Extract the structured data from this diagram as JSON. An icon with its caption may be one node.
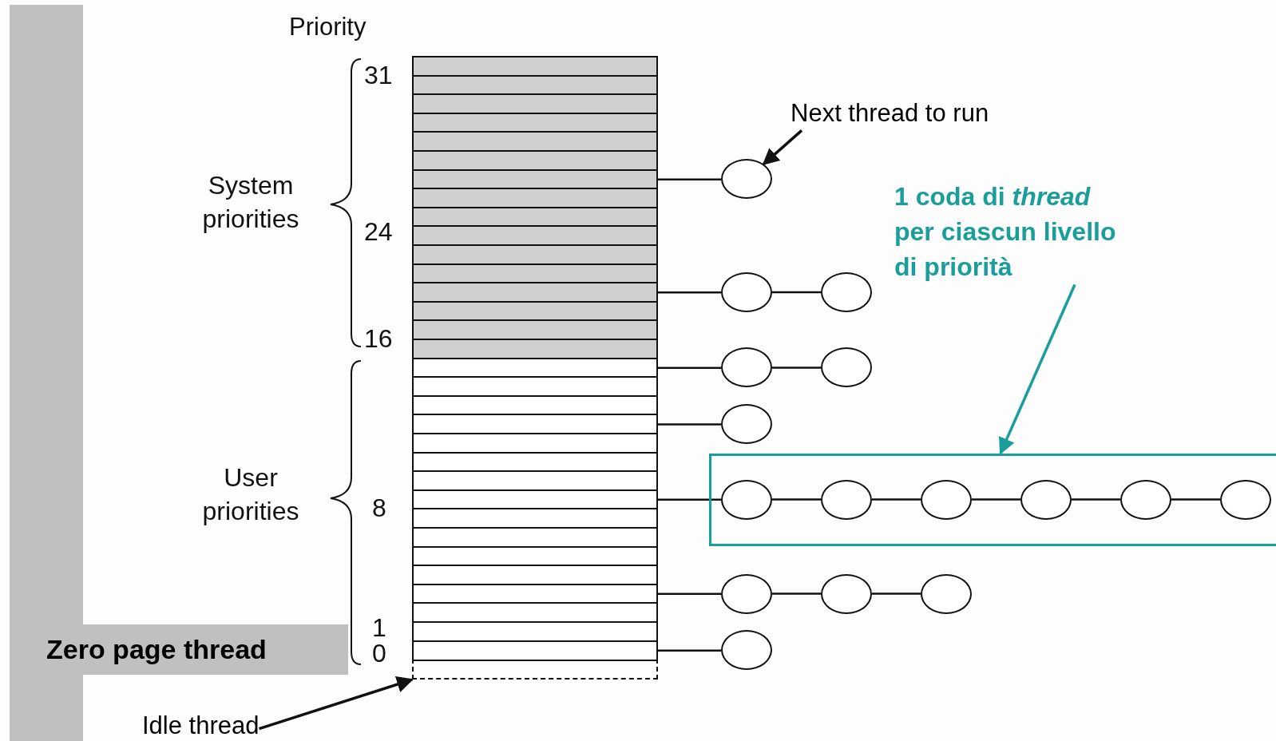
{
  "diagram": {
    "nodes": [
      {
        "text": [],
        "shape": "box"
      },
      {
        "text": [],
        "shape": "box"
      },
      {
        "text": [],
        "shape": "box"
      },
      {
        "text": [],
        "shape": "box"
      },
      {
        "text": [],
        "shape": "box"
      },
      {
        "text": [],
        "shape": "box"
      },
      {
        "text": [],
        "shape": "box"
      },
      {
        "text": [],
        "shape": "box"
      },
      {
        "text": [],
        "shape": "box"
      },
      {
        "text": [],
        "shape": "box"
      },
      {
        "text": [],
        "shape": "box"
      },
      {
        "text": [],
        "shape": "box"
      },
      {
        "text": [],
        "shape": "box"
      },
      {
        "text": [],
        "shape": "box"
      },
      {
        "text": [],
        "shape": "box"
      },
      {
        "text": [],
        "shape": "box"
      },
      {
        "text": [],
        "shape": "box"
      },
      {
        "text": [],
        "shape": "box"
      },
      {
        "text": [],
        "shape": "box"
      },
      {
        "text": [],
        "shape": "box"
      },
      {
        "text": [],
        "shape": "box"
      },
      {
        "text": [],
        "shape": "box"
      },
      {
        "text": [],
        "shape": "box"
      },
      {
        "text": [],
        "shape": "box"
      },
      {
        "text": [],
        "shape": "box"
      },
      {
        "text": [],
        "shape": "box"
      },
      {
        "text": [],
        "shape": "box"
      },
      {
        "text": [],
        "shape": "box"
      },
      {
        "text": [],
        "shape": "box"
      },
      {
        "text": [],
        "shape": "box"
      },
      {
        "text": [],
        "shape": "box"
      },
      {
        "text": [],
        "shape": "box"
      },
      {
        "text": [],
        "shape": "box"
      },
      {
        "text": [
          "Next thread to run"
        ]
      },
      {
        "text": [
          "1 coda di *thread* per ciascun livello di priorità"
        ]
      },
      {
        "text": [],
        "shape": "box"
      },
      {
        "text": [],
        "shape": "circle"
      },
      {
        "text": [],
        "shape": "circle"
      },
      {
        "text": [],
        "shape": "circle"
      },
      {
        "text": [],
        "shape": "circle"
      },
      {
        "text": [],
        "shape": "circle"
      },
      {
        "text": [],
        "shape": "circle"
      },
      {
        "text": [],
        "shape": "circle",
        "in": 35
      },
      {
        "text": [],
        "shape": "circle",
        "in": 35
      },
      {
        "text": [],
        "shape": "circle",
        "in": 35
      },
      {
        "text": [],
        "shape": "circle",
        "in": 35
      },
      {
        "text": [],
        "shape": "circle",
        "in": 35
      },
      {
        "text": [],
        "shape": "circle",
        "in": 35
      },
      {
        "text": [],
        "shape": "circle"
      },
      {
        "text": [],
        "shape": "circle"
      },
      {
        "text": [],
        "shape": "circle"
      },
      {
        "text": [],
        "shape": "circle"
      },
      {
        "text": [
          "Idle thread"
        ]
      },
      {
        "text": [],
        "shape": "bar"
      }
    ],
    "edges": [
      {
        "from": 6,
        "to": 36,
        "arrow": "none"
      },
      {
        "from": 12,
        "to": 37,
        "arrow": "none"
      },
      {
        "from": 37,
        "to": 38,
        "arrow": "none"
      },
      {
        "from": 16,
        "to": 39,
        "arrow": "none"
      },
      {
        "from": 39,
        "to": 40,
        "arrow": "none"
      },
      {
        "from": 19,
        "to": 41,
        "arrow": "none"
      },
      {
        "from": 23,
        "to": 42,
        "arrow": "none"
      },
      {
        "from": 42,
        "to": 43,
        "arrow": "none"
      },
      {
        "from": 43,
        "to": 44,
        "arrow": "none"
      },
      {
        "from": 44,
        "to": 45,
        "arrow": "none"
      },
      {
        "from": 45,
        "to": 46,
        "arrow": "none"
      },
      {
        "from": 46,
        "to": 47,
        "arrow": "none"
      },
      {
        "from": 28,
        "to": 48,
        "arrow": "none"
      },
      {
        "from": 48,
        "to": 49,
        "arrow": "none"
      },
      {
        "from": 49,
        "to": 50,
        "arrow": "none"
      },
      {
        "from": 31,
        "to": 51,
        "arrow": "none"
      },
      {
        "from": 33,
        "to": 36,
        "arrow": "to"
      },
      {
        "from": 34,
        "to": 35,
        "arrow": "to",
        "color": "#1a9e9a"
      },
      {
        "from": 52,
        "to": 32,
        "arrow": "to"
      }
    ],
    "labels": [
      "Priority",
      "31",
      "System priorities",
      "24",
      "16",
      "User priorities",
      "8",
      "1",
      "0",
      "Zero page thread"
    ]
  }
}
